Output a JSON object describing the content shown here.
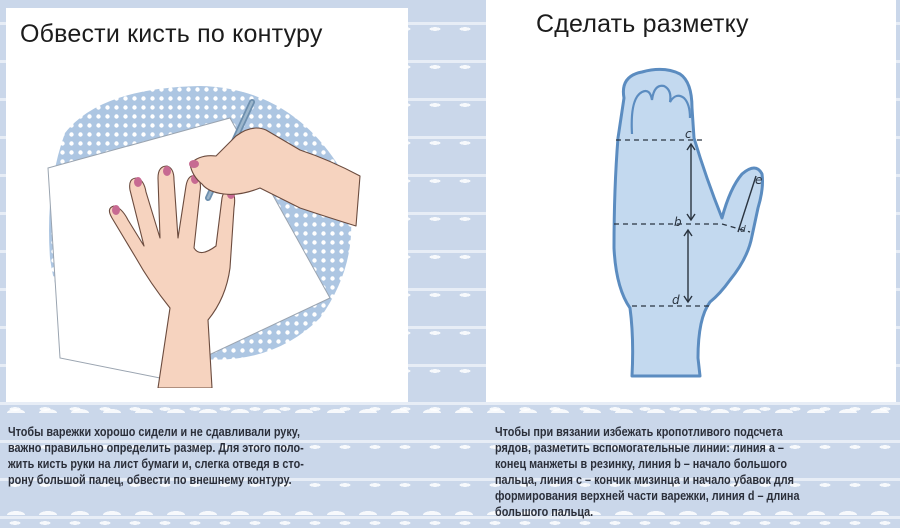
{
  "left_section": {
    "title": "Обвести кисть по контуру",
    "illustration": "hand-tracing-on-paper-illustration",
    "caption": "Чтобы варежки хорошо сидели и не сдавливали руку,\nважно правильно определить размер. Для этого поло-\nжить кисть руки на лист бумаги и, слегка отведя в сто-\nрону большой палец, обвести по внешнему контуру."
  },
  "right_section": {
    "title": "Сделать разметку",
    "illustration": "mitten-pattern-markup-diagram",
    "labels": {
      "c": "c",
      "b": "b",
      "d": "d",
      "e": "e",
      "thumb_d": "d"
    },
    "caption": "Чтобы при вязании избежать кропотливого подсчета\nрядов, разметить вспомогательные линии: линия а –\nконец манжеты в резинку, линия b – начало большого\nпальца, линия c – кончик мизинца и начало убавок для\nформирования верхней части варежки, линия d – длина\nбольшого пальца."
  },
  "colors": {
    "background_pattern": "#cad7ea",
    "panel": "#ffffff",
    "mitten_fill": "#c3d9ef",
    "mitten_stroke": "#5b8cc0",
    "skin": "#f6d3bf",
    "nail": "#c76a92",
    "dot_pattern": "#a9c3e0",
    "text": "#2b2f3a"
  }
}
